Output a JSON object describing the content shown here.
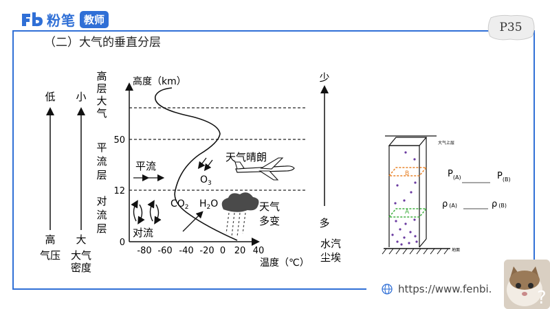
{
  "header": {
    "logo_text": "粉笔",
    "logo_badge": "教师",
    "page_number": "P35"
  },
  "section_title": "（二）大气的垂直分层",
  "left_axes": {
    "pressure_top": "低",
    "pressure_bottom": "高",
    "pressure_label": "气压",
    "density_top": "小",
    "density_bottom": "大",
    "density_label_1": "大气",
    "density_label_2": "密度"
  },
  "layers": {
    "upper": [
      "高",
      "层",
      "大",
      "气"
    ],
    "strato": [
      "平",
      "流",
      "层"
    ],
    "tropo": [
      "对",
      "流",
      "层"
    ]
  },
  "graph": {
    "y_title": "高度（km）",
    "x_title": "温度（℃）",
    "y_ticks": [
      "0",
      "12",
      "50"
    ],
    "x_ticks": [
      "-80",
      "-60",
      "-40",
      "-20",
      "0",
      "20",
      "40"
    ],
    "labels": {
      "advection": "平流",
      "o3": "O",
      "o3_sub": "3",
      "clear_sky": "天气晴朗",
      "convection": "对流",
      "co2": "CO",
      "co2_sub": "2",
      "h2o": "H",
      "h2o_sub": "2",
      "h2o_tail": "O",
      "weather_1": "天气",
      "weather_2": "多变"
    }
  },
  "right_axis": {
    "top": "少",
    "bottom": "多",
    "label_1": "水汽",
    "label_2": "尘埃"
  },
  "column_diagram": {
    "top_label": "大气上层",
    "ground_label": "地面",
    "plane_b": "B",
    "plane_a": "A",
    "p_a": "P",
    "p_a_sub": "(A)",
    "p_b": "P",
    "p_b_sub": "(B)",
    "rho_a": "ρ",
    "rho_a_sub": "(A)",
    "rho_b": "ρ",
    "rho_b_sub": "(B)",
    "colors": {
      "plane_b": "#e8832a",
      "plane_a": "#3fae3f",
      "dots": "#6a3aa0"
    }
  },
  "footer": {
    "url": "https://www.fenbi."
  },
  "colors": {
    "accent": "#2f6fd6"
  }
}
